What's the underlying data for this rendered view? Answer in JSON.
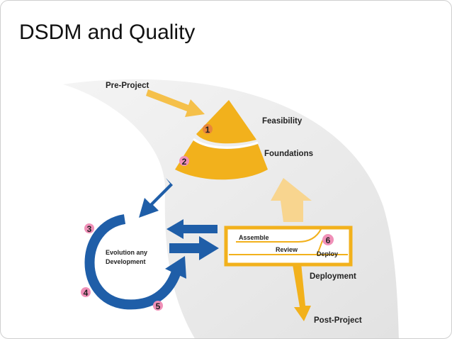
{
  "slide": {
    "title": "DSDM and Quality"
  },
  "diagram": {
    "labels": {
      "pre_project": "Pre-Project",
      "feasibility": "Feasibility",
      "foundations": "Foundations",
      "evolution_line1": "Evolution any",
      "evolution_line2": "Development",
      "assemble": "Assemble",
      "review": "Review",
      "deploy": "Deploy",
      "deployment": "Deployment",
      "post_project": "Post-Project"
    },
    "markers": [
      "1",
      "2",
      "3",
      "4",
      "5",
      "6"
    ],
    "colors": {
      "orange": "#f2b11c",
      "light_orange": "#f8d58f",
      "blue": "#1f5ea8",
      "band": "#e9e9e9",
      "marker": "#f090b8"
    }
  }
}
